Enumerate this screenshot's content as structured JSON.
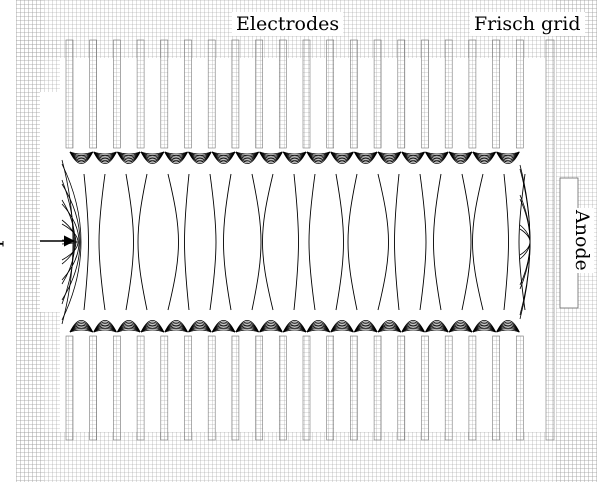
{
  "labels": {
    "electrodes": "Electrodes",
    "frisch_grid": "Frisch grid",
    "ions": "Ions",
    "anode": "Anode"
  },
  "colors": {
    "mesh": "#9a9a9a",
    "contour": "#000000",
    "background": "#ffffff"
  },
  "diagram": {
    "electrode_count": 20,
    "field_lines_per_gap": 7
  }
}
